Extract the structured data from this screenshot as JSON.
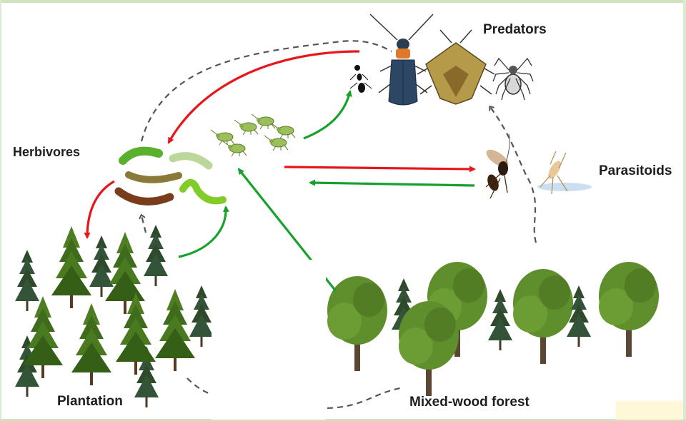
{
  "labels": {
    "herbivores": "Herbivores",
    "predators": "Predators",
    "parasitoids": "Parasitoids",
    "plantation": "Plantation",
    "mixed_wood_forest": "Mixed-wood forest"
  },
  "colors": {
    "negative_arrow": "#e8161b",
    "positive_arrow": "#16a02c",
    "dashed_link": "#555555",
    "conifer": "#3c6b1e",
    "deciduous": "#7aa93a",
    "frame": "#cfe3bf"
  },
  "icons": [
    "ant-icon",
    "soldier-beetle-icon",
    "stink-bug-icon",
    "spider-icon",
    "caterpillar-icon",
    "aphid-icon",
    "wasp-icon",
    "crane-fly-icon",
    "conifer-tree-icon",
    "deciduous-tree-icon"
  ]
}
